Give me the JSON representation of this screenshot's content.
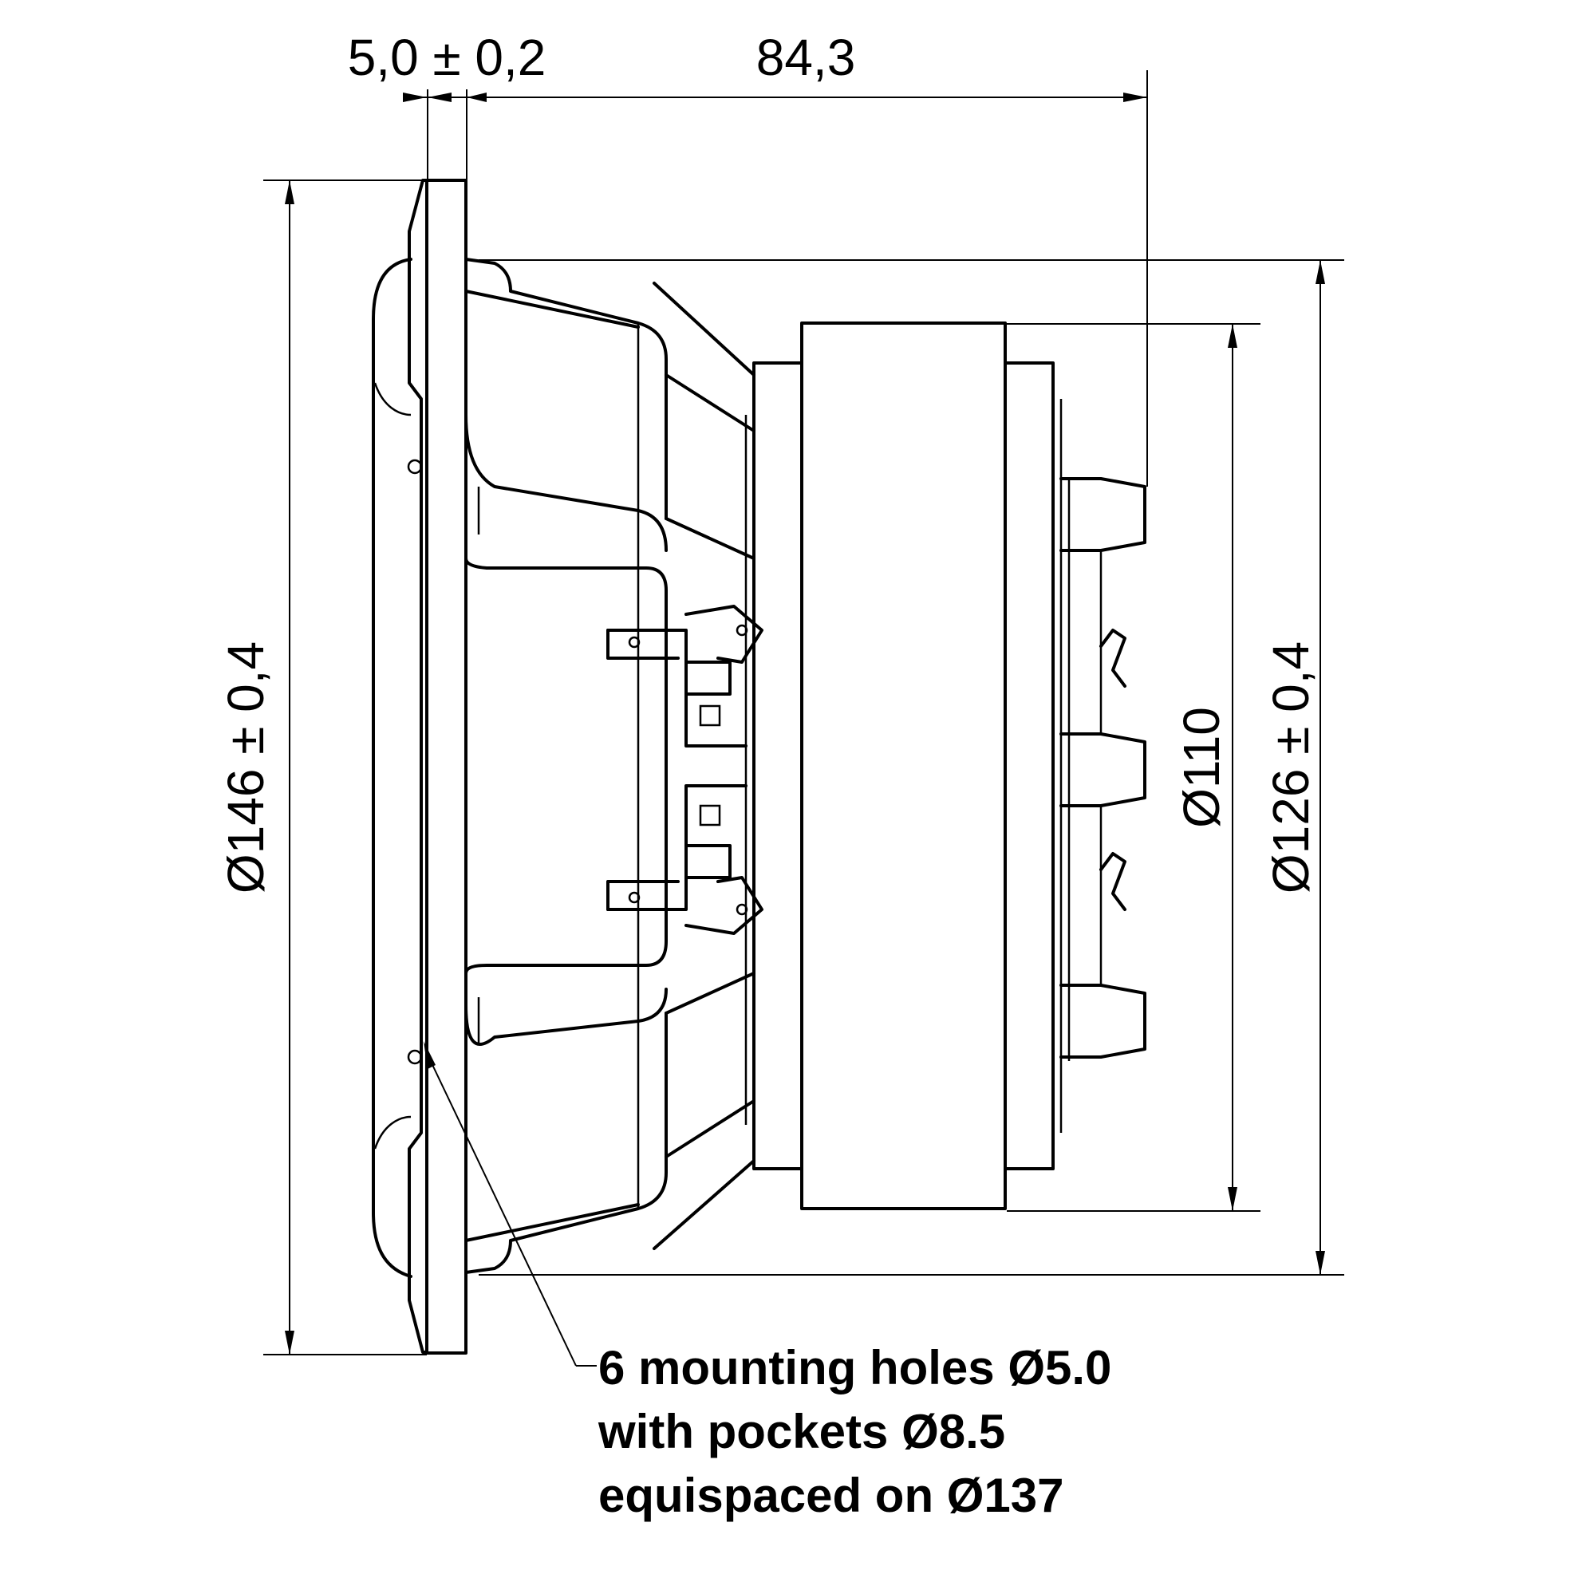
{
  "dimensions": {
    "flange_thickness": "5,0 ± 0,2",
    "mounting_depth": "84,3",
    "outer_diameter": "Ø146 ± 0,4",
    "basket_diameter": "Ø126 ± 0,4",
    "magnet_diameter": "Ø110"
  },
  "note": {
    "line1": "6 mounting holes Ø5.0",
    "line2": "with pockets Ø8.5",
    "line3": "equispaced on Ø137"
  }
}
